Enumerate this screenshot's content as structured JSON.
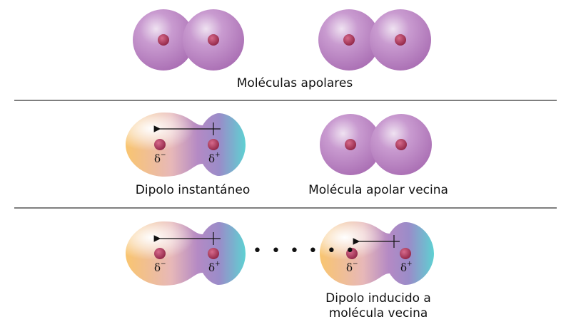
{
  "labels": {
    "apolar_molecules": "Moléculas apolares",
    "instant_dipole": "Dipolo instantáneo",
    "neighbor_apolar": "Molécula apolar vecina",
    "induced_dipole_line1": "Dipolo inducido a",
    "induced_dipole_line2": "molécula vecina"
  },
  "charges": {
    "negative_symbol": "δ",
    "negative_sign": "−",
    "positive_symbol": "δ",
    "positive_sign": "+"
  },
  "separator_dots": "• • • • • •",
  "colors": {
    "molecule_purple": "#b77bbf",
    "molecule_purple_light": "#e6d2ea",
    "nucleus": "#a3385a",
    "dipole_negative": "#f8cc7a",
    "dipole_positive": "#63c9cf",
    "divider": "#333333"
  }
}
